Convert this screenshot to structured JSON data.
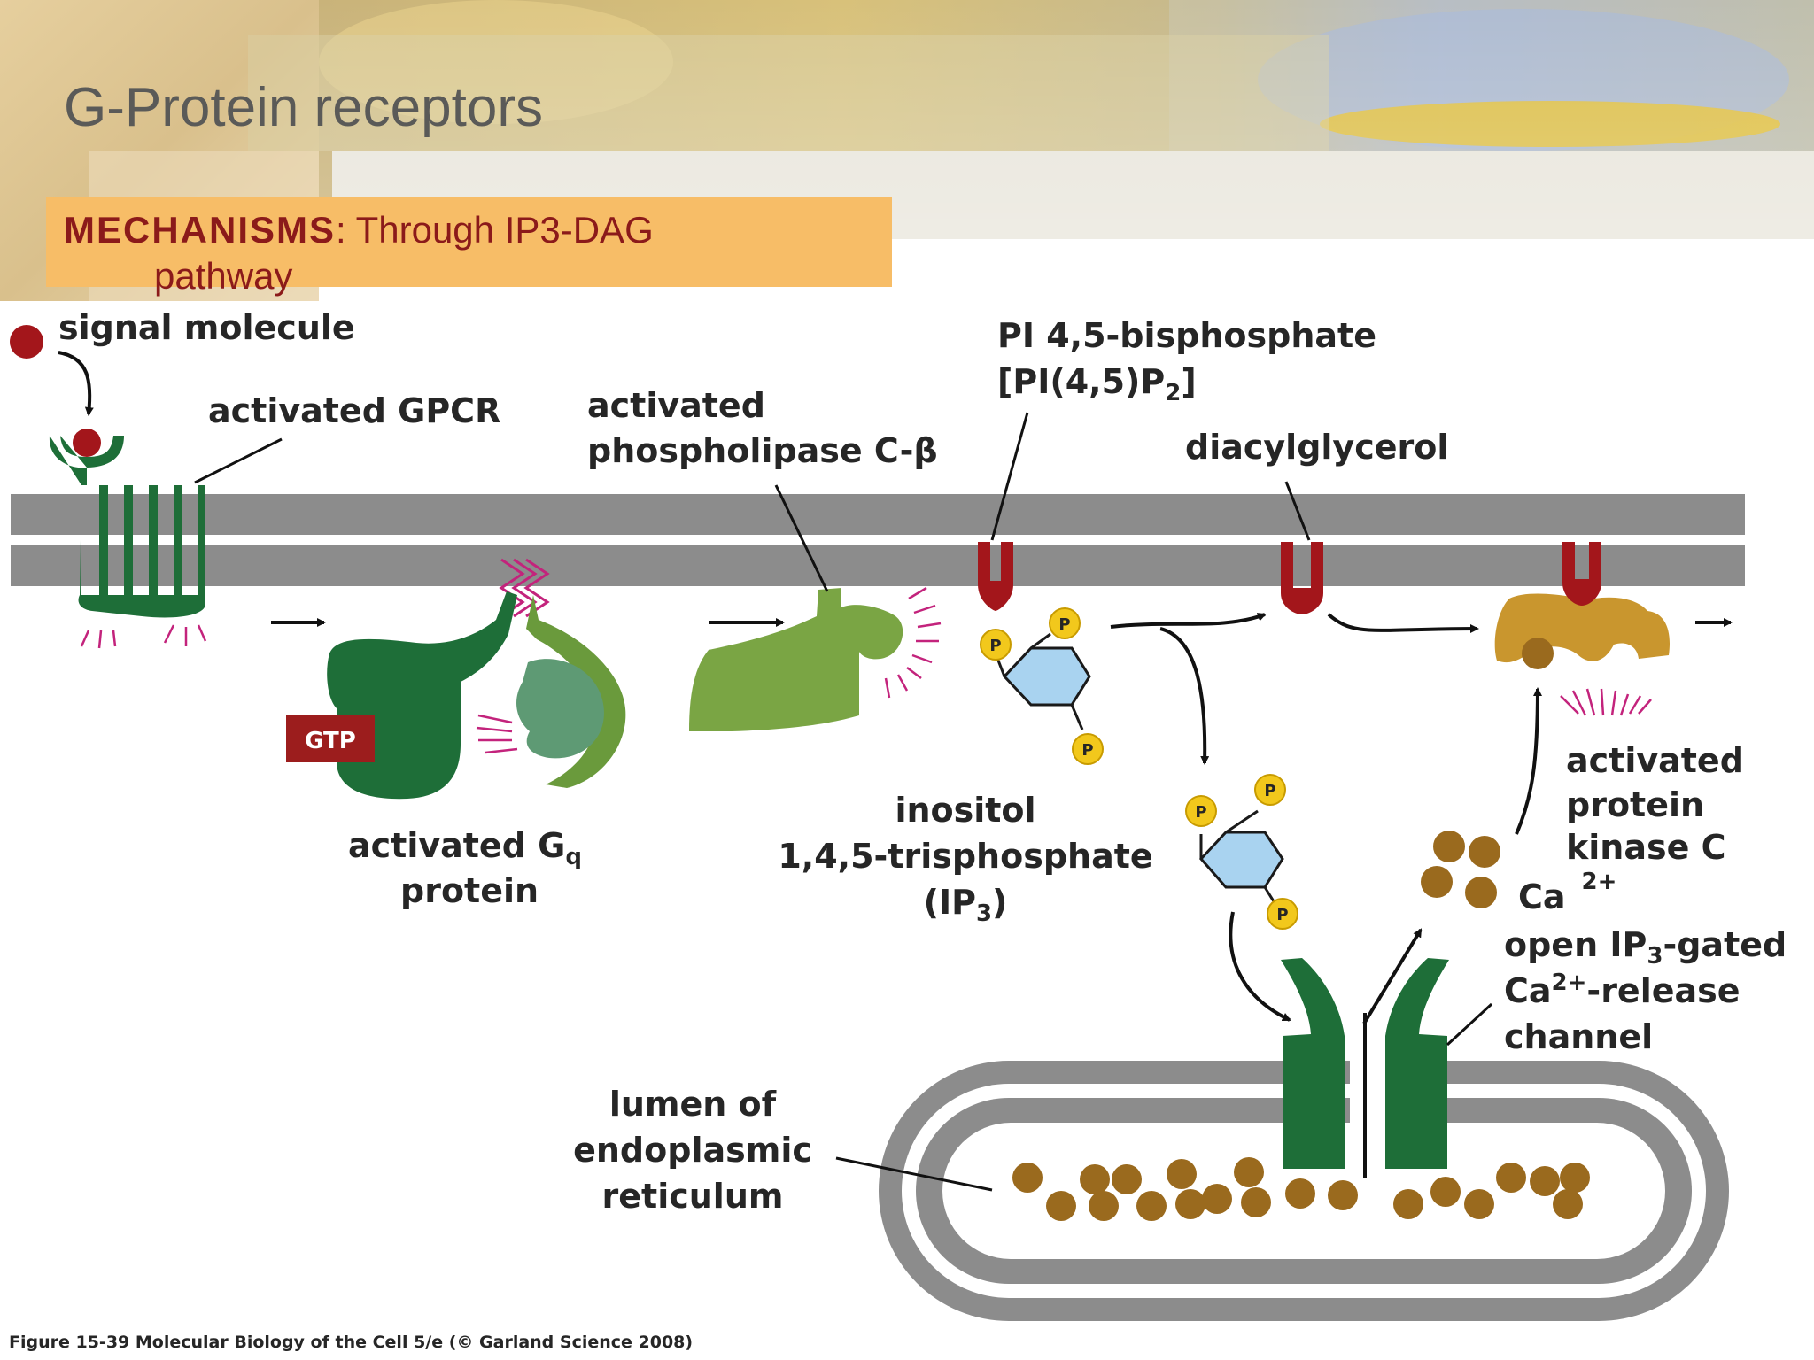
{
  "slide": {
    "title": "G-Protein receptors",
    "subtitle_strong": "MECHANISMS",
    "subtitle_rest": ": Through IP3-DAG",
    "subtitle_line2": "pathway"
  },
  "labels": {
    "signal_molecule": "signal molecule",
    "activated_gpcr": "activated GPCR",
    "plc_line1": "activated",
    "plc_line2": "phospholipase C-β",
    "pip2_line1": "PI 4,5-bisphosphate",
    "pip2_line2a": "[PI(4,5)P",
    "pip2_line2_sub": "2",
    "pip2_line2b": "]",
    "dag": "diacylglycerol",
    "gq_line1a": "activated G",
    "gq_line1_sub": "q",
    "gq_line2": "protein",
    "gtp": "GTP",
    "ip3_line1": "inositol",
    "ip3_line2": "1,4,5-trisphosphate",
    "ip3_line3a": "(IP",
    "ip3_line3_sub": "3",
    "ip3_line3b": ")",
    "pkc_line1": "activated",
    "pkc_line2": "protein",
    "pkc_line3": "kinase C",
    "ca": "Ca",
    "ca_sup": "2+",
    "channel_line1a": "open IP",
    "channel_line1_sub": "3",
    "channel_line1b": "-gated",
    "channel_line2a": "Ca",
    "channel_line2_sup": "2+",
    "channel_line2b": "-release",
    "channel_line3": "channel",
    "er_line1": "lumen of",
    "er_line2": "endoplasmic",
    "er_line3": "reticulum",
    "phosphate": "P"
  },
  "caption": "Figure 15-39 Molecular Biology of the Cell 5/e (© Garland Science 2008)",
  "colors": {
    "membrane": "#8c8c8c",
    "receptor_green": "#1e6e38",
    "gq_light_green": "#6a9a3c",
    "plc_green": "#7aa544",
    "lipid_red": "#a3161b",
    "pkc_gold": "#c9962e",
    "calcium": "#9a6a1e",
    "phosphate_yellow": "#f2c81c",
    "inositol_blue": "#a9d3f0",
    "subtitle_box": "#f7bd67",
    "subtitle_text": "#8b1a1a"
  }
}
